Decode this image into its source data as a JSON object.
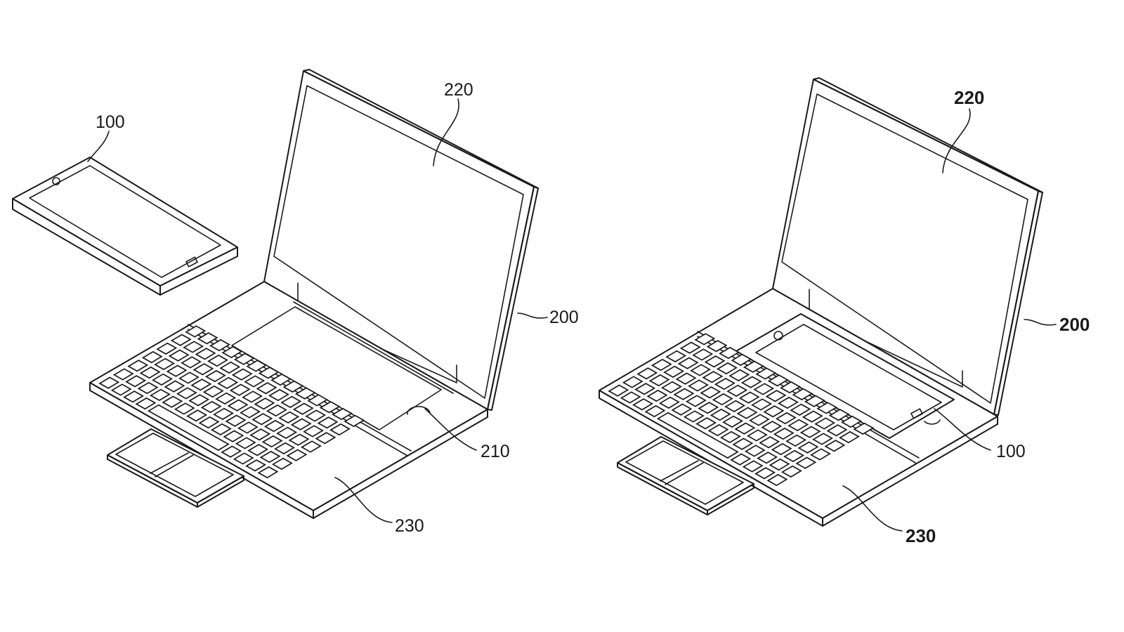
{
  "left_figure": {
    "labels": {
      "phone": "100",
      "screen": "220",
      "body": "200",
      "dock": "210",
      "keyboard": "230"
    }
  },
  "right_figure": {
    "labels": {
      "screen": "220",
      "body": "200",
      "phone_docked": "100",
      "keyboard": "230"
    }
  },
  "colors": {
    "line": "#1a1a1a",
    "background": "#ffffff"
  }
}
